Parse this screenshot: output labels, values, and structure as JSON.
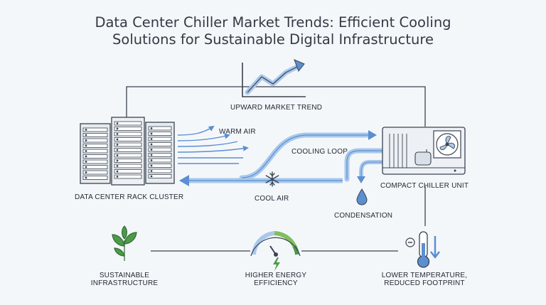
{
  "title_line1": "Data Center Chiller Market Trends: Efficient Cooling",
  "title_line2": "Solutions for Sustainable Digital Infrastructure",
  "labels": {
    "upward_trend": "UPWARD MARKET TREND",
    "warm_air": "WARM AIR",
    "cooling_loop": "COOLING LOOP",
    "cool_air": "COOL AIR",
    "rack_cluster": "DATA CENTER RACK CLUSTER",
    "chiller_unit": "COMPACT CHILLER UNIT",
    "condensation": "CONDENSATION",
    "sustainable_1": "SUSTAINABLE",
    "sustainable_2": "INFRASTRUCTURE",
    "efficiency_1": "HIGHER ENERGY",
    "efficiency_2": "EFFICIENCY",
    "footprint_1": "LOWER TEMPERATURE,",
    "footprint_2": "REDUCED FOOTPRINT"
  },
  "colors": {
    "line": "#3a4350",
    "accent_blue": "#5b8fd0",
    "light_blue": "#a9c8ec",
    "green": "#4f9a4a",
    "gauge_green": "#7fbf5a"
  },
  "icons": [
    "server-rack-icon",
    "trend-chart-icon",
    "snowflake-icon",
    "chiller-icon",
    "droplet-icon",
    "leaf-plant-icon",
    "gauge-icon",
    "thermometer-icon"
  ]
}
